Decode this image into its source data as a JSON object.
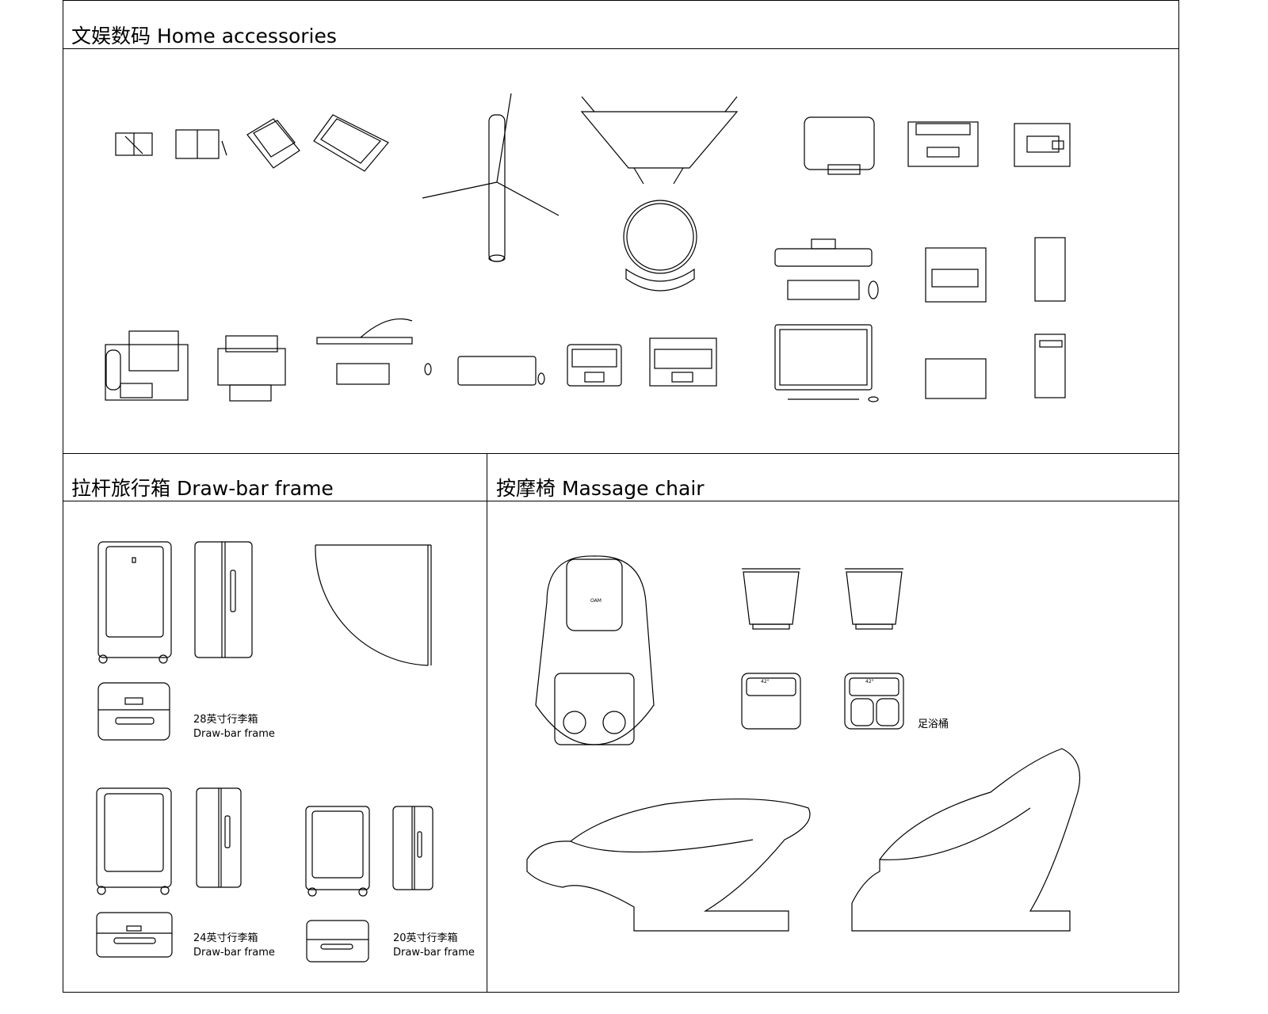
{
  "sections": {
    "home": {
      "title": "文娱数码 Home accessories"
    },
    "luggage": {
      "title": "拉杆旅行箱 Draw-bar frame",
      "captions": [
        {
          "cn": "28英寸行李箱",
          "en": "Draw-bar frame"
        },
        {
          "cn": "24英寸行李箱",
          "en": "Draw-bar frame"
        },
        {
          "cn": "20英寸行李箱",
          "en": "Draw-bar frame"
        }
      ]
    },
    "massage": {
      "title": "按摩椅 Massage chair",
      "foot_bath_label": "足浴桶",
      "temperature": "42°",
      "brand_mark": "OAM"
    }
  }
}
